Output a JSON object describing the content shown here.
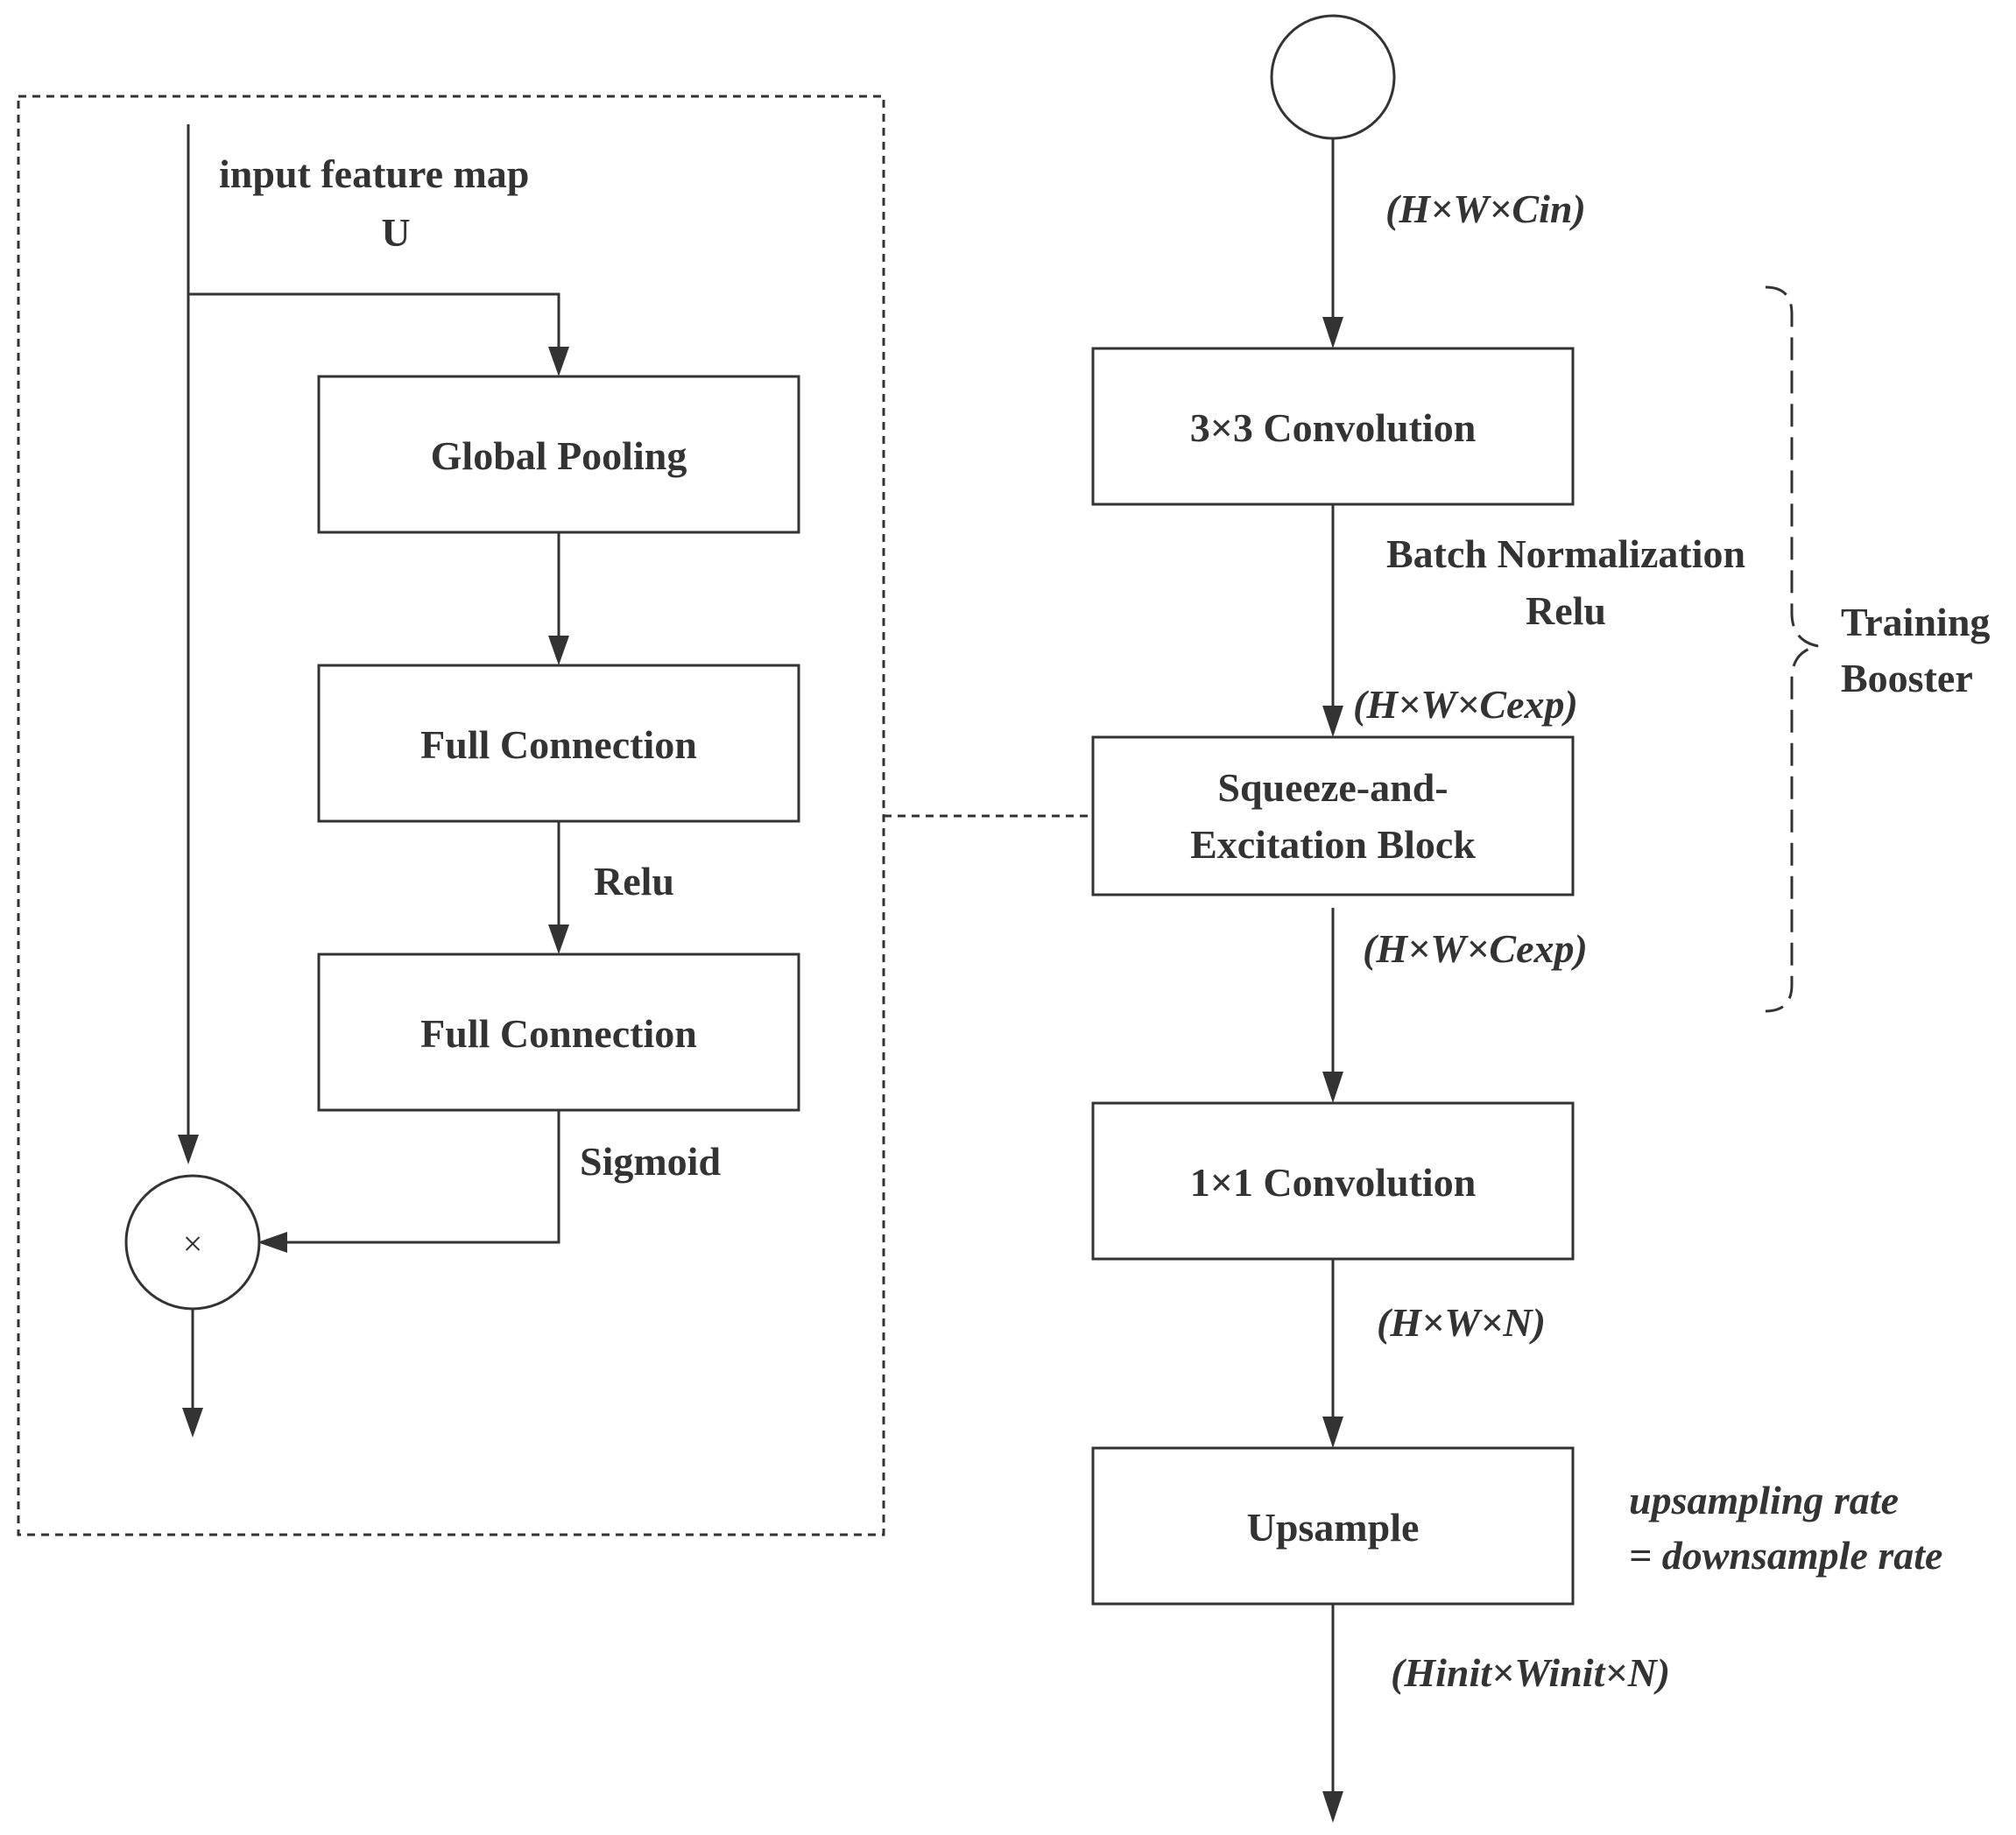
{
  "se_block": {
    "input_label": "input feature map",
    "input_symbol": "U",
    "global_pooling": "Global Pooling",
    "fc1": "Full Connection",
    "relu": "Relu",
    "fc2": "Full Connection",
    "sigmoid": "Sigmoid",
    "multiply_symbol": "×"
  },
  "booster": {
    "dim_in": "(H×W×Cin)",
    "conv3": "3×3 Convolution",
    "bn_label": "Batch Normalization",
    "relu_label": "Relu",
    "dim_exp1": "(H×W×Cexp)",
    "se_line1": "Squeeze-and-",
    "se_line2": "Excitation Block",
    "dim_exp2": "(H×W×Cexp)",
    "conv1": "1×1 Convolution",
    "dim_n": "(H×W×N)",
    "upsample": "Upsample",
    "rate_line1": "upsampling rate",
    "rate_line2": "= downsample rate",
    "dim_init": "(Hinit×Winit×N)",
    "training_line1": "Training",
    "training_line2": "Booster"
  }
}
